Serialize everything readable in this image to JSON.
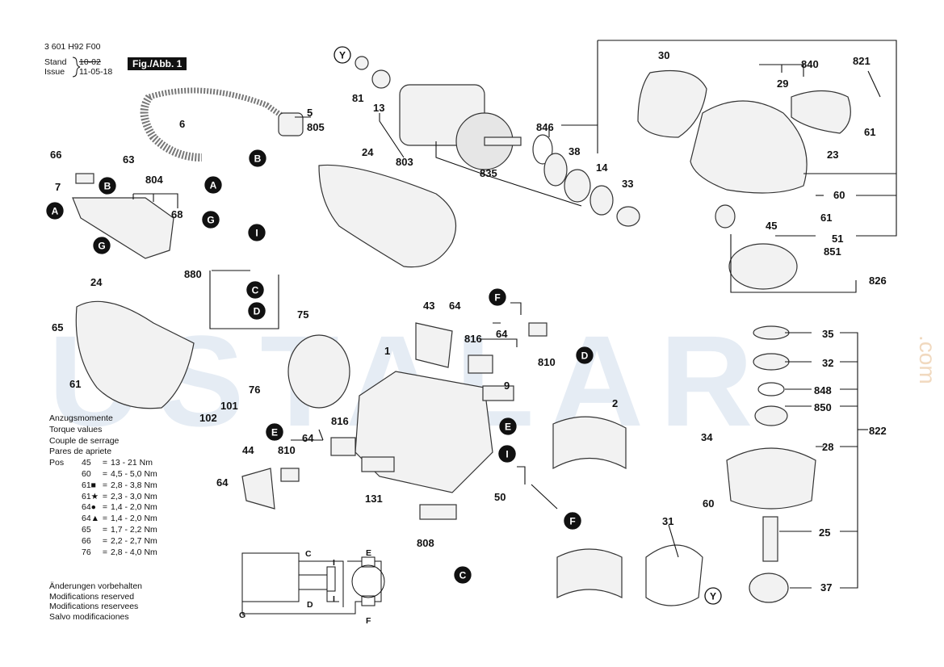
{
  "header": {
    "part_number": "3 601 H92 F00",
    "stand_label": "Stand",
    "stand_value": "10-02",
    "issue_label": "Issue",
    "issue_value": "11-05-18",
    "figure_tag": "Fig./Abb. 1"
  },
  "watermark": {
    "text": "USTALAR",
    "suffix": ".com"
  },
  "torque": {
    "title_de": "Anzugsmomente",
    "title_en": "Torque values",
    "title_fr": "Couple de serrage",
    "title_es": "Pares de apriete",
    "pos_label": "Pos",
    "rows": [
      {
        "pos": "45",
        "mark": "",
        "value": "13 - 21 Nm"
      },
      {
        "pos": "60",
        "mark": "",
        "value": "4,5 - 5,0 Nm"
      },
      {
        "pos": "61",
        "mark": "■",
        "value": "2,8 - 3,8 Nm"
      },
      {
        "pos": "61",
        "mark": "★",
        "value": "2,3 - 3,0 Nm"
      },
      {
        "pos": "64",
        "mark": "●",
        "value": "1,4 - 2,0 Nm"
      },
      {
        "pos": "64",
        "mark": "▲",
        "value": "1,4 - 2,0 Nm"
      },
      {
        "pos": "65",
        "mark": "",
        "value": "1,7 - 2,2 Nm"
      },
      {
        "pos": "66",
        "mark": "",
        "value": "2,2 - 2,7 Nm"
      },
      {
        "pos": "76",
        "mark": "",
        "value": "2,8 - 4,0 Nm"
      }
    ]
  },
  "modifications": [
    "Änderungen vorbehalten",
    "Modifications reserved",
    "Modifications reservees",
    "Salvo modificaciones"
  ],
  "diagram": {
    "labels": [
      "5",
      "805",
      "6",
      "66",
      "63",
      "7",
      "804",
      "68",
      "880",
      "24",
      "65",
      "61",
      "75",
      "76",
      "101",
      "102",
      "81",
      "13",
      "24",
      "803",
      "835",
      "846",
      "38",
      "14",
      "33",
      "30",
      "840",
      "29",
      "821",
      "61",
      "23",
      "60",
      "61",
      "45",
      "51",
      "851",
      "826",
      "43",
      "64",
      "64",
      "816",
      "810",
      "9",
      "1",
      "2",
      "44",
      "64",
      "810",
      "64",
      "816",
      "131",
      "808",
      "50",
      "31",
      "35",
      "32",
      "848",
      "850",
      "34",
      "822",
      "28",
      "60",
      "25",
      "37"
    ],
    "connectors": [
      "A",
      "B",
      "B",
      "A",
      "G",
      "G",
      "I",
      "C",
      "D",
      "Y",
      "F",
      "E",
      "D",
      "E",
      "I",
      "F",
      "C",
      "Y",
      "C",
      "D",
      "E",
      "I",
      "G",
      "F"
    ]
  }
}
